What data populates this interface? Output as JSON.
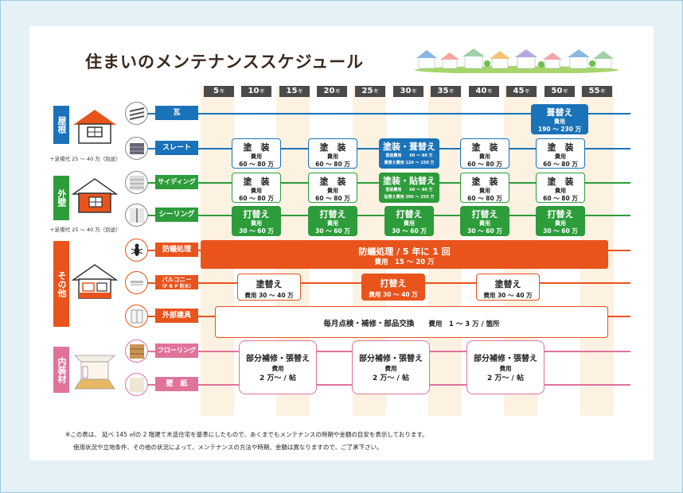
{
  "title": "住まいのメンテナンススケジュール",
  "years": [
    "5",
    "10",
    "15",
    "20",
    "25",
    "30",
    "35",
    "40",
    "45",
    "50",
    "55"
  ],
  "year_unit": "年",
  "categories": {
    "roof": "屋根",
    "wall": "外壁",
    "other": "その他",
    "interior": "内装材"
  },
  "notes": {
    "roof": "＋足場代 25 ～ 40 万（別途）",
    "wall": "＋足場代 25 ～ 40 万（別途）"
  },
  "rows": {
    "kawara": "瓦",
    "slate": "スレート",
    "siding": "サイディング",
    "sealing": "シーリング",
    "termite": "防蟻処理",
    "balcony_1": "バルコニー",
    "balcony_2": "（F R P 防水）",
    "fittings": "外部建具",
    "flooring": "フローリング",
    "wallpaper": "壁　紙"
  },
  "colors": {
    "roof": "#1a72b8",
    "wall": "#2d9c3a",
    "other": "#e8541c",
    "interior": "#e0739a"
  },
  "boxes": {
    "fukikae": {
      "title": "葺替え",
      "cost_label": "費用",
      "cost": "190 ～ 230 万"
    },
    "tosou": {
      "title": "塗　装",
      "cost_label": "費用",
      "cost": "60 ～ 80 万"
    },
    "slate_30": {
      "title": "塗装・葺替え",
      "line1": "塗装費用　　60 ～ 80 万",
      "line2": "葺替え費用 120 ～ 150 万"
    },
    "siding_30": {
      "title": "塗装・貼替え",
      "line1": "塗装費用　　60 ～ 80 万",
      "line2": "貼替え費用 200 ～ 250 万"
    },
    "uchikae": {
      "title": "打替え",
      "cost_label": "費用",
      "cost": "30 ～ 60 万"
    },
    "termite": {
      "title": "防蟻処理 / 5 年に 1 回",
      "cost": "費用　15 ～ 20 万"
    },
    "balcony_tokae": {
      "title": "塗替え",
      "cost": "費用 30 ～ 40 万"
    },
    "balcony_uchikae": {
      "title": "打替え",
      "cost": "費用 30 ～ 40 万"
    },
    "fittings": {
      "title": "毎月点検・補修・部品交換",
      "cost": "費用　1 ～ 3 万 / 箇所"
    },
    "interior": {
      "title": "部分補修・張替え",
      "cost_label": "費用",
      "cost": "2 万～ / 帖"
    }
  },
  "footnote": {
    "line1": "※この表は、 延べ 145 ㎡の 2 階建て木造住宅を基準にしたもので、あくまでもメンテナンスの時期や金額の目安を表示しております。",
    "line2": "使用状況や立地条件、その他の状況によって、メンテナンスの方法や時期、金額は異なりますので、ご了承下さい。"
  }
}
